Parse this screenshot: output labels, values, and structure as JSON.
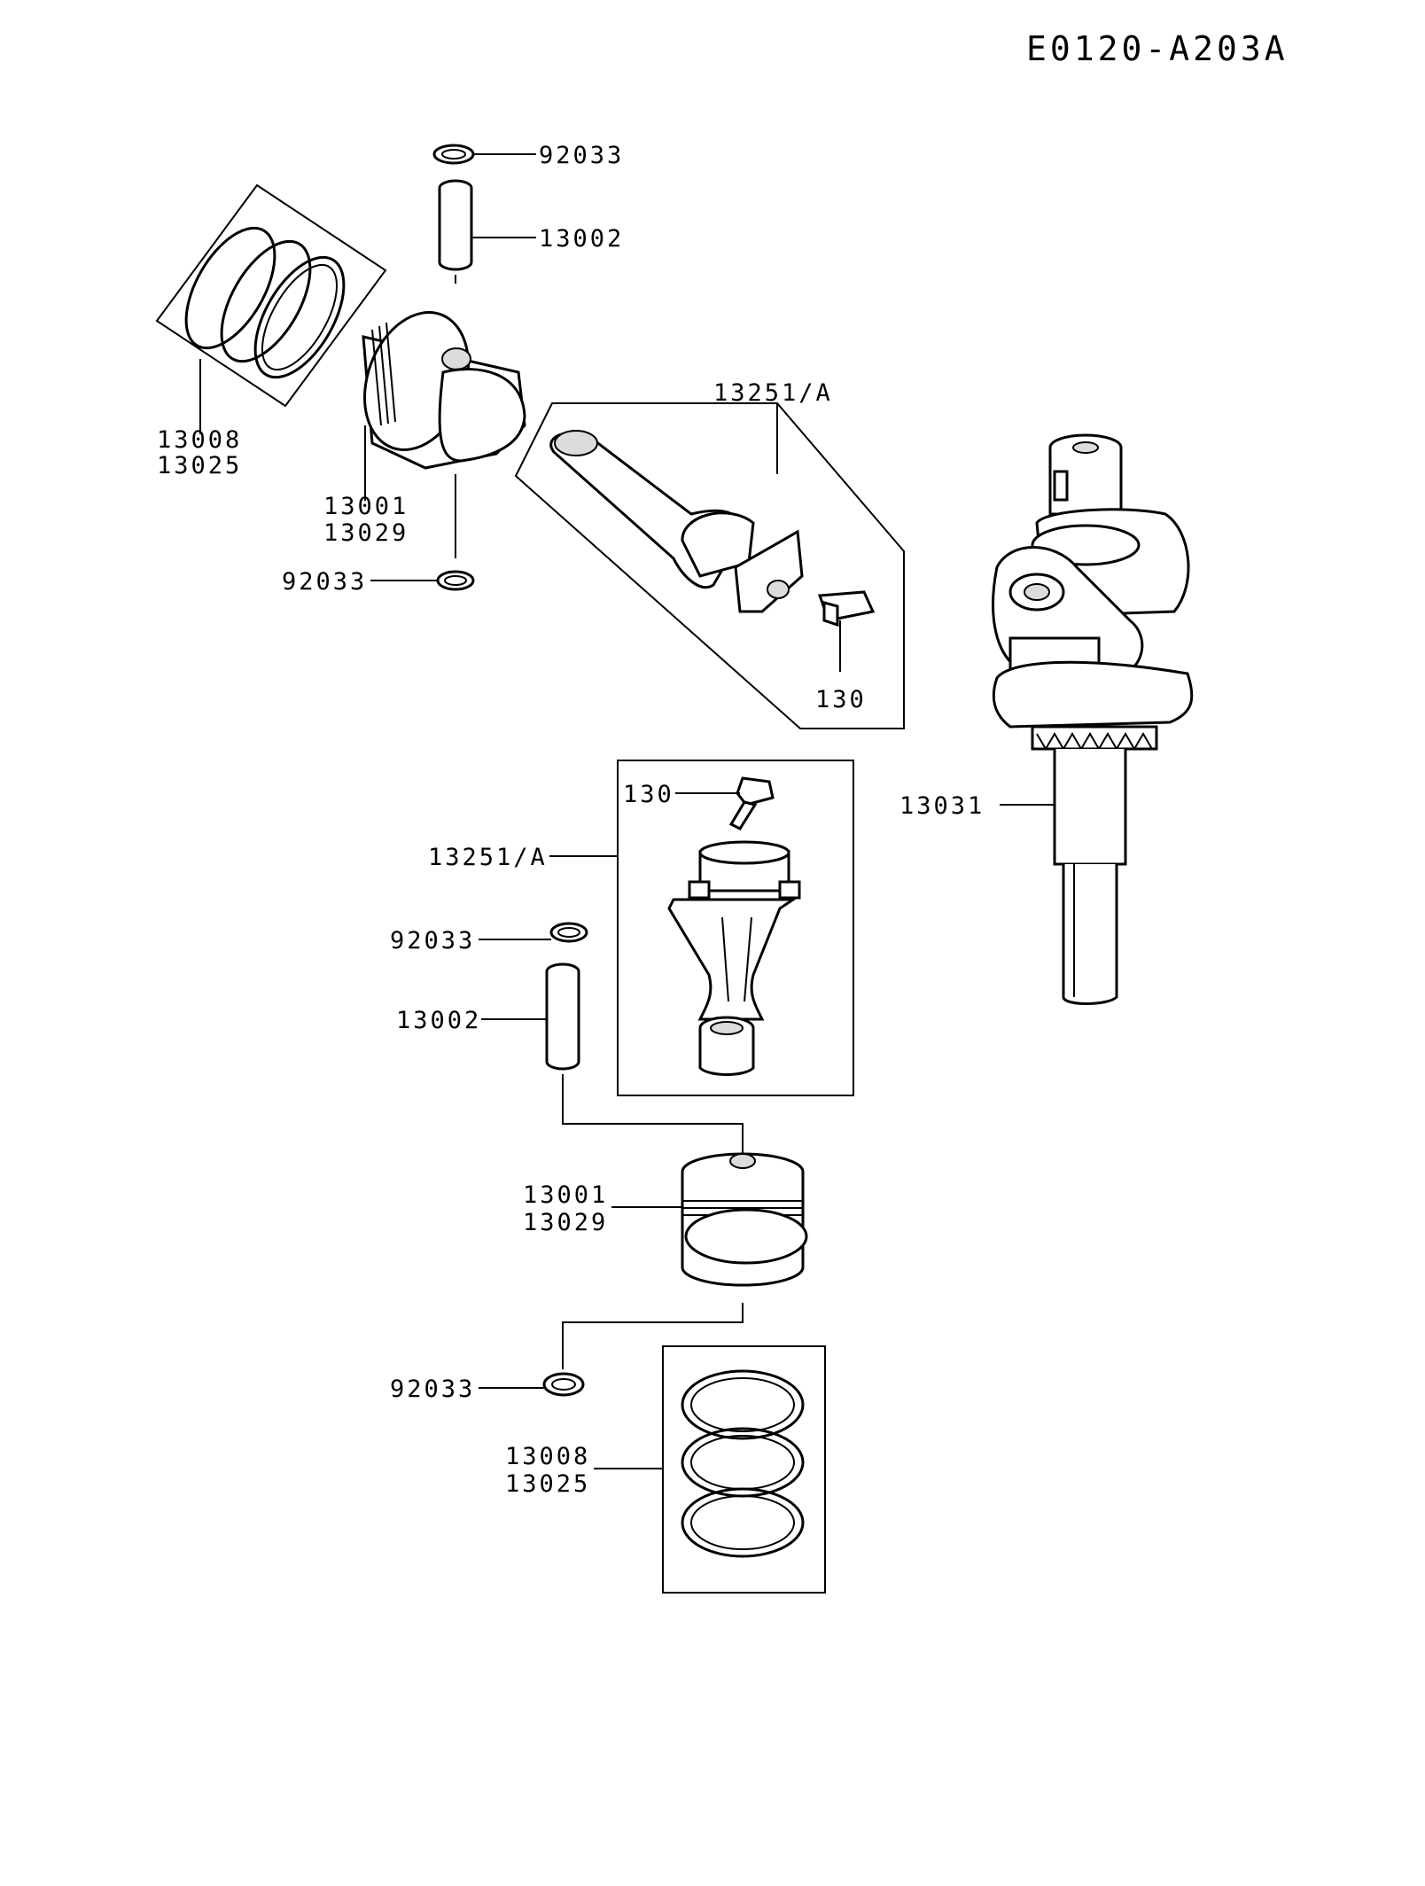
{
  "diagram": {
    "code": "E0120-A203A",
    "callouts": {
      "top_clip_upper": "92033",
      "top_pin": "13002",
      "top_rings": [
        "13008",
        "13025"
      ],
      "top_piston": [
        "13001",
        "13029"
      ],
      "top_clip_lower": "92033",
      "top_rod_assy": "13251/A",
      "top_bolt": "130",
      "crankshaft": "13031",
      "mid_bolt": "130",
      "mid_rod_assy": "13251/A",
      "mid_clip": "92033",
      "mid_pin": "13002",
      "low_piston": [
        "13001",
        "13029"
      ],
      "low_clip": "92033",
      "low_rings": [
        "13008",
        "13025"
      ]
    }
  }
}
